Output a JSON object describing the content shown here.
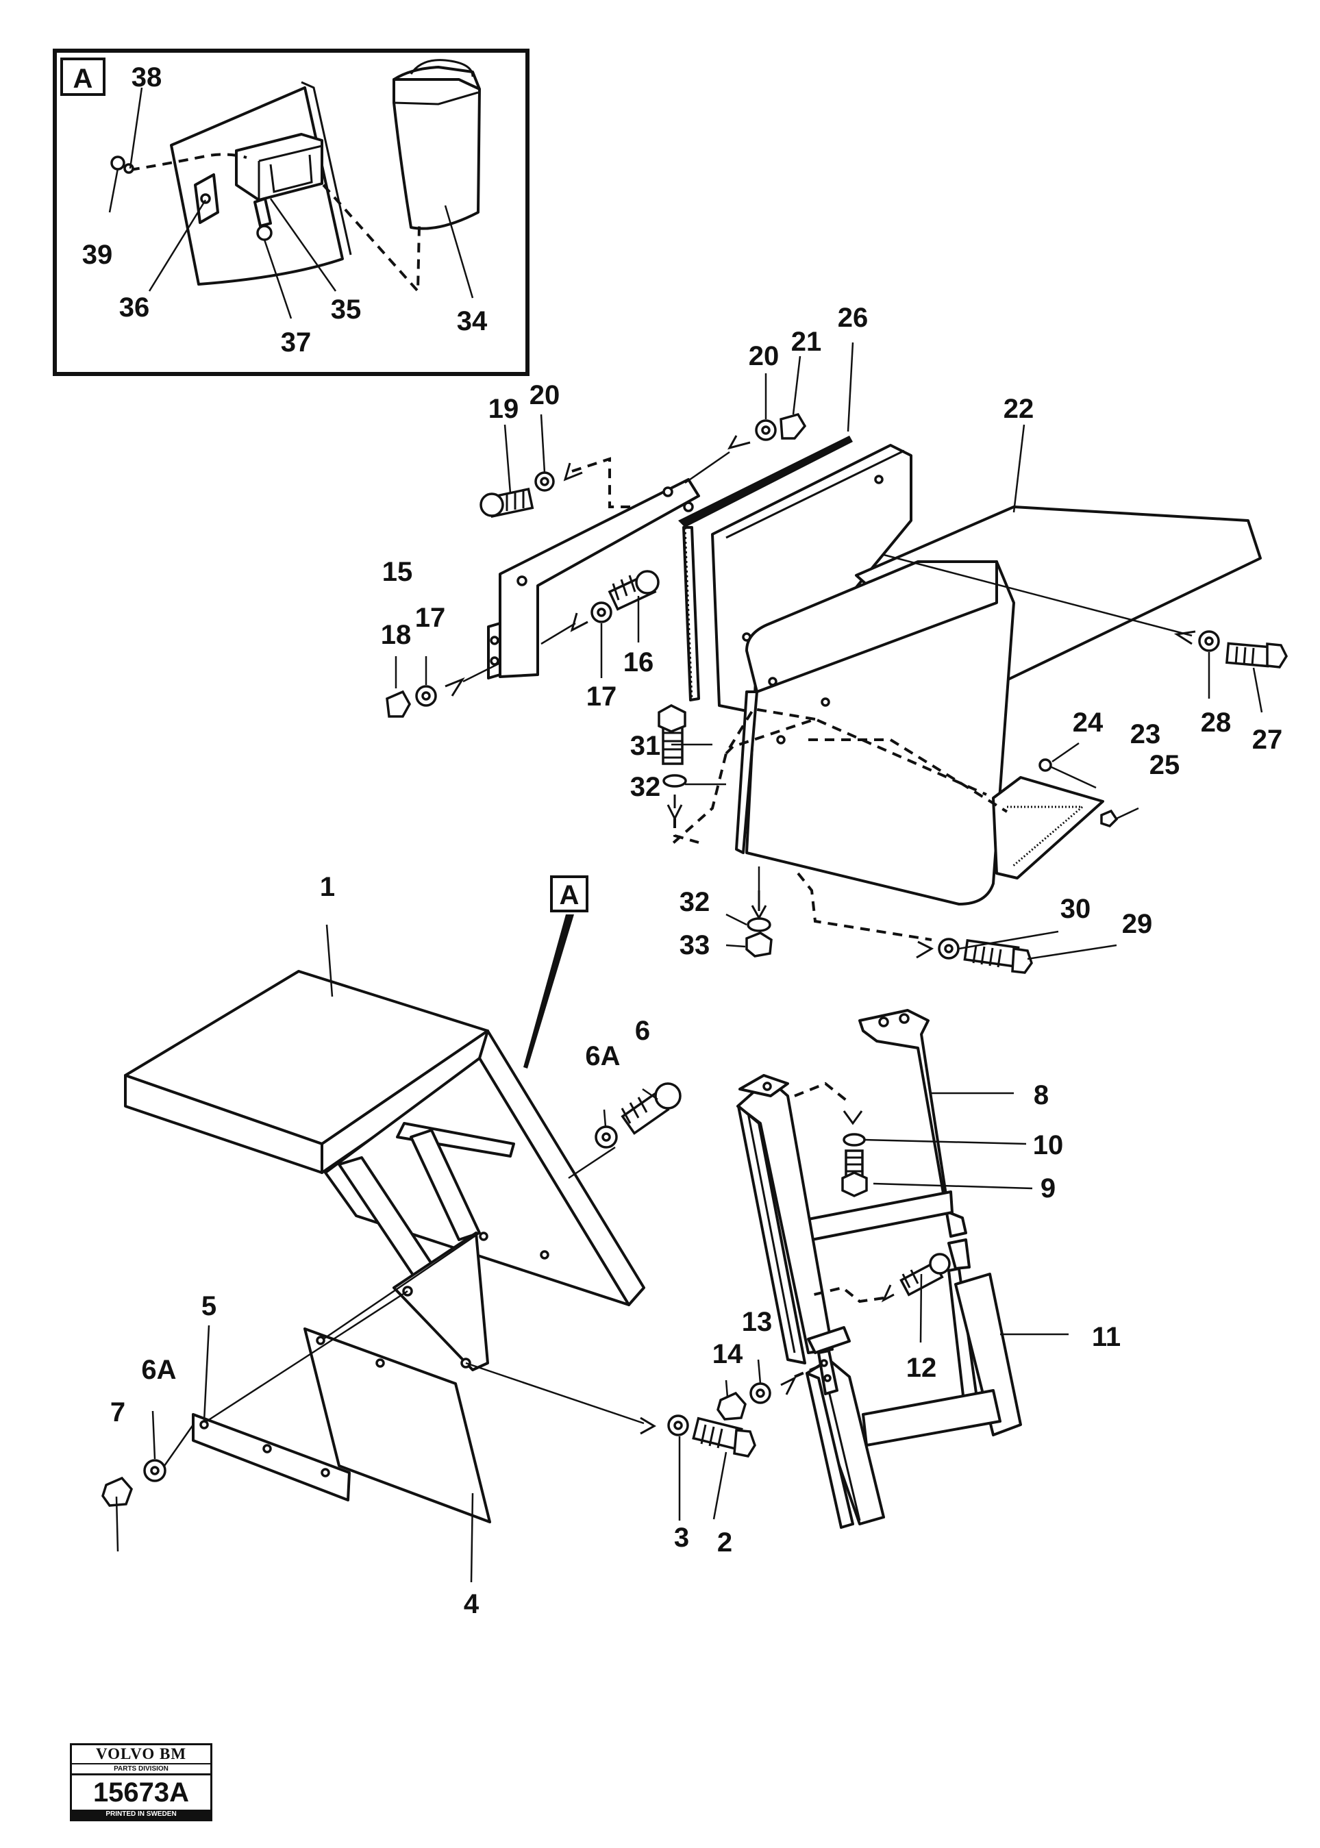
{
  "detail": {
    "letter": "A"
  },
  "callout": {
    "letter": "A"
  },
  "labels": {
    "n1": "1",
    "n2": "2",
    "n3": "3",
    "n4": "4",
    "n5": "5",
    "n6": "6",
    "n6a_top": "6A",
    "n6a_left": "6A",
    "n7": "7",
    "n8": "8",
    "n9": "9",
    "n10": "10",
    "n11": "11",
    "n12": "12",
    "n13": "13",
    "n14": "14",
    "n15": "15",
    "n16": "16",
    "n17_top": "17",
    "n17_bot": "17",
    "n18": "18",
    "n19": "19",
    "n20_left": "20",
    "n20_right": "20",
    "n21": "21",
    "n22": "22",
    "n23": "23",
    "n24": "24",
    "n25": "25",
    "n26": "26",
    "n27": "27",
    "n28": "28",
    "n29": "29",
    "n30": "30",
    "n31": "31",
    "n32_top": "32",
    "n32_bot": "32",
    "n33": "33",
    "n34": "34",
    "n35": "35",
    "n36": "36",
    "n37": "37",
    "n38": "38",
    "n39": "39"
  },
  "stamp": {
    "brand": "VOLVO BM",
    "division": "PARTS DIVISION",
    "code": "15673A",
    "printed": "PRINTED IN SWEDEN"
  }
}
